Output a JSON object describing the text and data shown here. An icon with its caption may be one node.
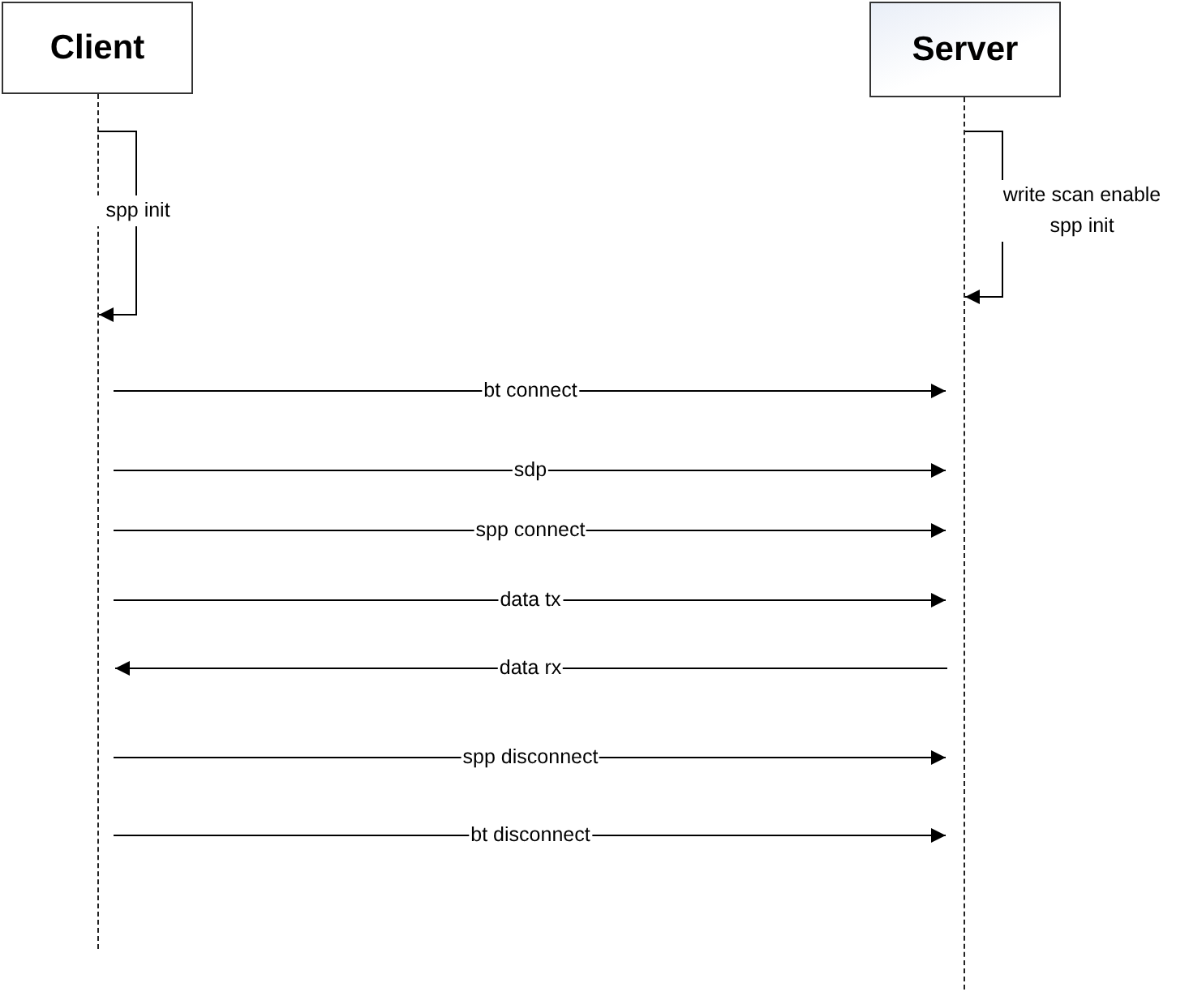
{
  "diagram": {
    "nodes": [
      {
        "text": [
          "Client"
        ]
      },
      {
        "text": [
          "Server"
        ]
      },
      {
        "text": [],
        "shape": "line"
      },
      {
        "text": [],
        "shape": "line"
      }
    ],
    "edges": [
      {
        "from": 2,
        "to": 2,
        "arrow": "to",
        "label": "spp init"
      },
      {
        "from": 3,
        "to": 3,
        "arrow": "to",
        "label": "write scan enable spp init"
      },
      {
        "from": 2,
        "to": 3,
        "arrow": "to",
        "label": "bt connect"
      },
      {
        "from": 2,
        "to": 3,
        "arrow": "to",
        "label": "sdp"
      },
      {
        "from": 2,
        "to": 3,
        "arrow": "to",
        "label": "spp connect"
      },
      {
        "from": 2,
        "to": 3,
        "arrow": "to",
        "label": "data tx"
      },
      {
        "from": 3,
        "to": 2,
        "arrow": "to",
        "label": "data rx"
      },
      {
        "from": 2,
        "to": 3,
        "arrow": "to",
        "label": "spp disconnect"
      },
      {
        "from": 2,
        "to": 3,
        "arrow": "to",
        "label": "bt disconnect"
      }
    ]
  }
}
